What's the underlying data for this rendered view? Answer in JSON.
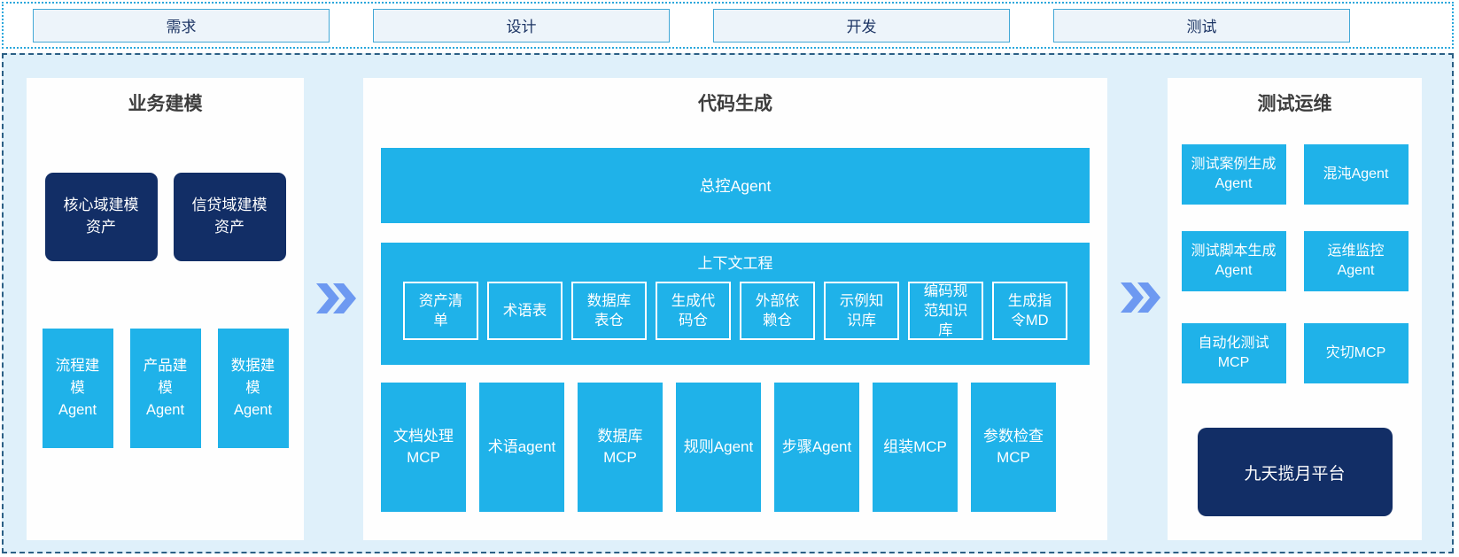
{
  "colors": {
    "cyan": "#1fb2e9",
    "navy": "#122e66",
    "chevron_blue": "#6d99f1",
    "container_bg": "#dff0fa",
    "dotted_border": "#2aa7dc",
    "dashed_border": "#2b5f85",
    "phase_box_bg": "#edf4fa",
    "phase_box_border": "#44a8d6",
    "phase_text": "#1c3464",
    "title_text": "#3d3d3d"
  },
  "phases": {
    "items": [
      "需求",
      "设计",
      "开发",
      "测试"
    ]
  },
  "modeling": {
    "title": "业务建模",
    "assets": [
      "核心域建模资产",
      "信贷域建模资产"
    ],
    "agents": [
      "流程建模Agent",
      "产品建模Agent",
      "数据建模Agent"
    ]
  },
  "codegen": {
    "title": "代码生成",
    "master_agent": "总控Agent",
    "context": {
      "title": "上下文工程",
      "items": [
        "资产清单",
        "术语表",
        "数据库表仓",
        "生成代码仓",
        "外部依赖仓",
        "示例知识库",
        "编码规范知识库",
        "生成指令MD"
      ]
    },
    "tools": [
      "文档处理MCP",
      "术语agent",
      "数据库MCP",
      "规则Agent",
      "步骤Agent",
      "组装MCP",
      "参数检查MCP"
    ]
  },
  "testops": {
    "title": "测试运维",
    "boxes": [
      "测试案例生成Agent",
      "混沌Agent",
      "测试脚本生成Agent",
      "运维监控Agent",
      "自动化测试MCP",
      "灾切MCP"
    ],
    "platform": "九天揽月平台"
  },
  "arrows": {
    "icon": "double-chevron-right"
  }
}
